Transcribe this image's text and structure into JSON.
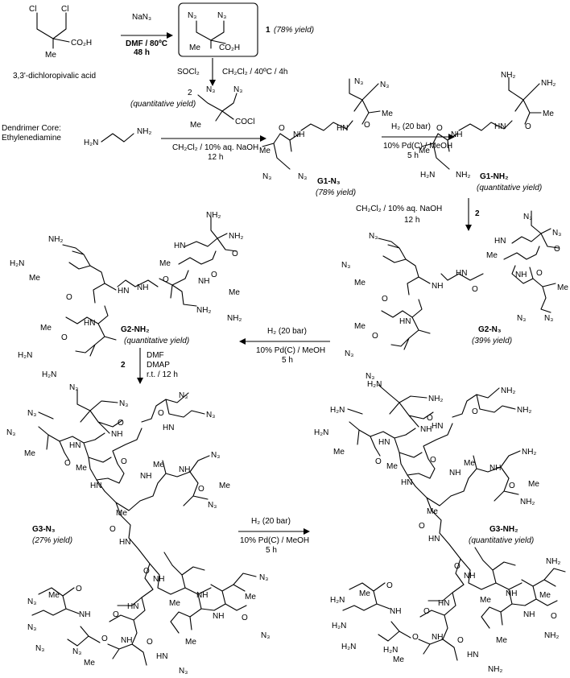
{
  "molecule": {
    "start": {
      "name": "3,3'-dichloropivalic acid",
      "cl": "Cl",
      "me": "Me",
      "acid": "CO₂H"
    },
    "one": {
      "number": "1",
      "yield": "(78% yield)",
      "n3": "N₃",
      "me": "Me",
      "acid": "CO₂H"
    },
    "two": {
      "number": "2",
      "yield": "(quantitative yield)",
      "n3": "N₃",
      "me": "Me",
      "acyl": "COCl"
    },
    "core": {
      "label_line1": "Dendrimer Core:",
      "label_line2": "Ethylenediamine",
      "left_amine": "H₂N",
      "right_amine": "NH₂"
    },
    "g1n3": {
      "name": "G1-N₃",
      "yield": "(78% yield)"
    },
    "g1nh2": {
      "name": "G1-NH₂",
      "yield": "(quantitative yield)"
    },
    "g2n3": {
      "name": "G2-N₃",
      "yield": "(39% yield)"
    },
    "g2nh2": {
      "name": "G2-NH₂",
      "yield": "(quantitative yield)"
    },
    "g3n3": {
      "name": "G3-N₃",
      "yield": "(27% yield)"
    },
    "g3nh2": {
      "name": "G3-NH₂",
      "yield": "(quantitative yield)"
    },
    "atoms": {
      "n3": "N₃",
      "nh2": "NH₂",
      "h2n": "H₂N",
      "me": "Me",
      "nh": "NH",
      "hn": "HN",
      "o": "O"
    }
  },
  "conditions": {
    "step1": {
      "reagent": "NaN₃",
      "solvent": "DMF / 80ºC",
      "time": "48 h"
    },
    "step2": {
      "reagent": "SOCl₂",
      "solvent": "CH₂Cl₂ / 40ºC / 4h"
    },
    "step3": {
      "solvent": "CH₂Cl₂ / 10% aq. NaOH",
      "time": "12 h"
    },
    "step4": {
      "gas": "H₂ (20 bar)",
      "catalyst": "10% Pd(C) / MeOH",
      "time": "5 h"
    },
    "step5": {
      "solvent": "CH₂Cl₂ / 10% aq. NaOH",
      "time": "12 h",
      "reagent": "2"
    },
    "step6": {
      "gas": "H₂ (20 bar)",
      "catalyst": "10% Pd(C) / MeOH",
      "time": "5 h"
    },
    "step7": {
      "solvent": "DMF",
      "base": "DMAP",
      "time": "r.t. / 12 h",
      "reagent": "2"
    },
    "step8": {
      "gas": "H₂ (20 bar)",
      "catalyst": "10% Pd(C) / MeOH",
      "time": "5 h"
    }
  }
}
